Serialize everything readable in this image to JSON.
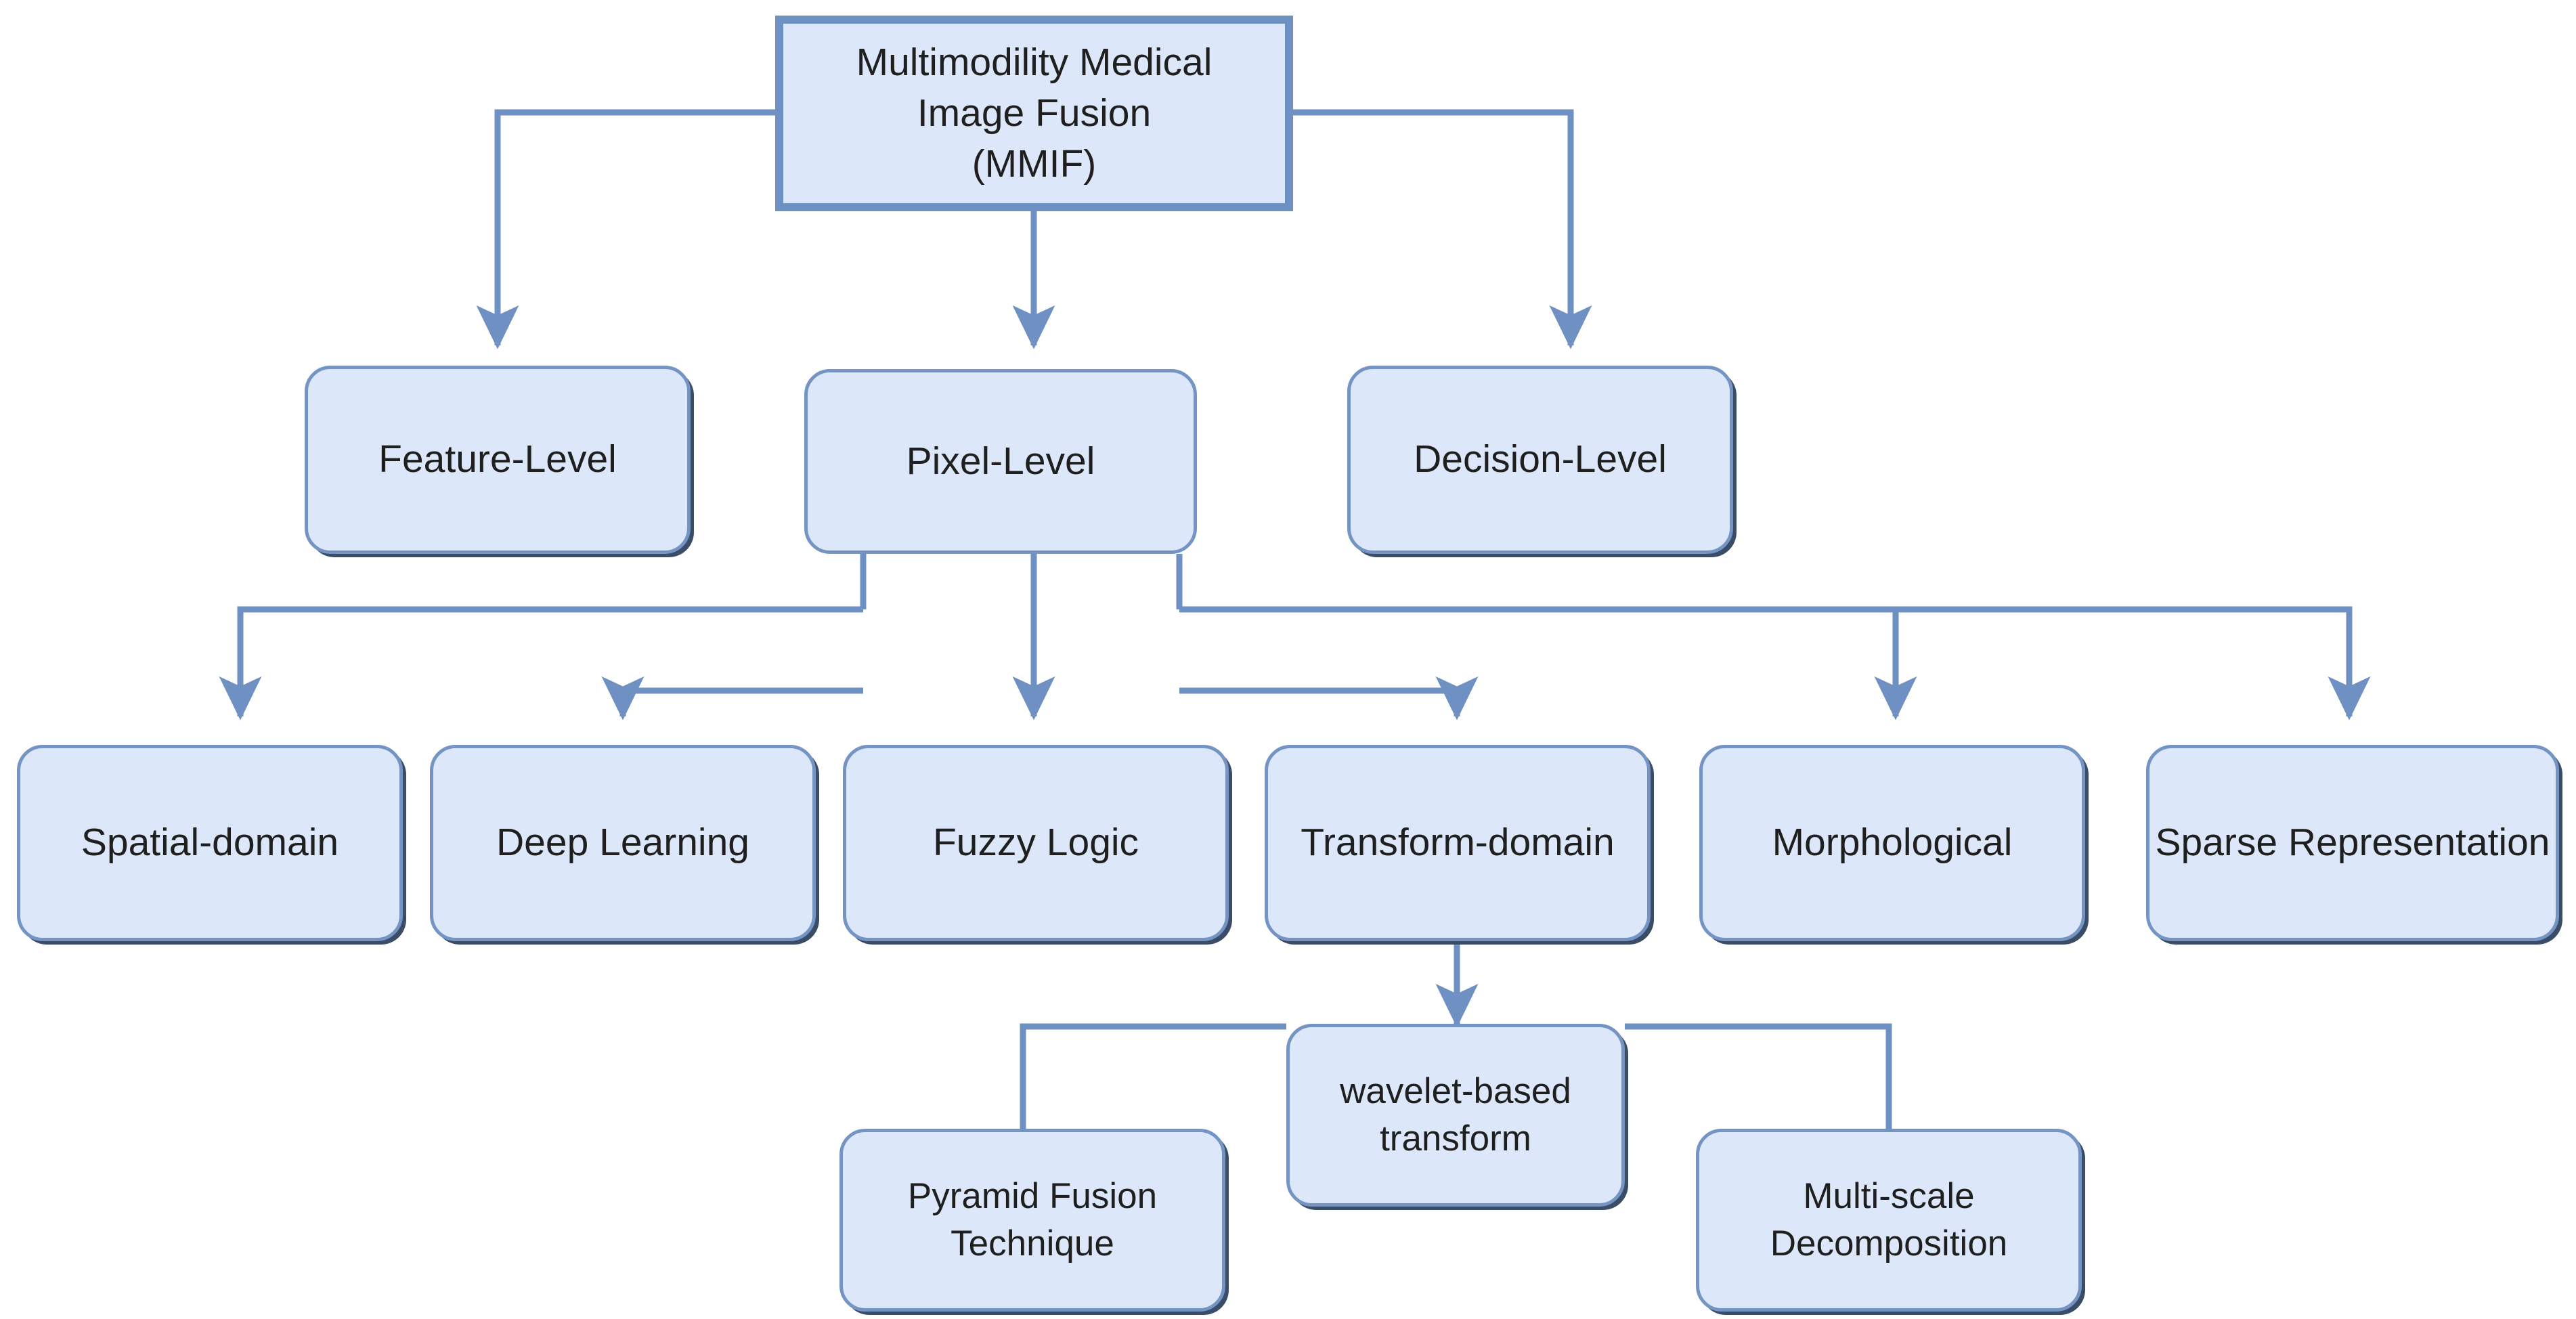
{
  "diagram": {
    "title": "Multimodility Medical Image Fusion (MMIF) taxonomy",
    "colors": {
      "node_fill": "#dce8fa",
      "node_border": "#7494c4",
      "root_border": "#6e90c2",
      "edge": "#6e90c2",
      "shadow": "#3a4c66",
      "text": "#1f1f1f",
      "background": "#ffffff"
    },
    "nodes": {
      "root": {
        "label": "Multimodility Medical\nImage Fusion\n(MMIF)"
      },
      "level1": [
        {
          "id": "feature-level",
          "label": "Feature-Level"
        },
        {
          "id": "pixel-level",
          "label": "Pixel-Level"
        },
        {
          "id": "decision-level",
          "label": "Decision-Level"
        }
      ],
      "level2": [
        {
          "id": "spatial-domain",
          "label": "Spatial-domain"
        },
        {
          "id": "deep-learning",
          "label": "Deep Learning"
        },
        {
          "id": "fuzzy-logic",
          "label": "Fuzzy Logic"
        },
        {
          "id": "transform-domain",
          "label": "Transform-domain"
        },
        {
          "id": "morphological",
          "label": "Morphological"
        },
        {
          "id": "sparse-representation",
          "label": "Sparse Representation"
        }
      ],
      "level3": [
        {
          "id": "pyramid-fusion-technique",
          "label": "Pyramid Fusion\nTechnique"
        },
        {
          "id": "wavelet-based-transform",
          "label": "wavelet-based\ntransform"
        },
        {
          "id": "multi-scale-decomposition",
          "label": "Multi-scale\nDecomposition"
        }
      ]
    },
    "edges": [
      {
        "from": "root",
        "to": "feature-level"
      },
      {
        "from": "root",
        "to": "pixel-level"
      },
      {
        "from": "root",
        "to": "decision-level"
      },
      {
        "from": "pixel-level",
        "to": "spatial-domain"
      },
      {
        "from": "pixel-level",
        "to": "deep-learning"
      },
      {
        "from": "pixel-level",
        "to": "fuzzy-logic"
      },
      {
        "from": "pixel-level",
        "to": "transform-domain"
      },
      {
        "from": "pixel-level",
        "to": "morphological"
      },
      {
        "from": "pixel-level",
        "to": "sparse-representation"
      },
      {
        "from": "transform-domain",
        "to": "wavelet-based-transform"
      },
      {
        "from": "wavelet-based-transform",
        "to": "pyramid-fusion-technique"
      },
      {
        "from": "wavelet-based-transform",
        "to": "multi-scale-decomposition"
      }
    ]
  }
}
